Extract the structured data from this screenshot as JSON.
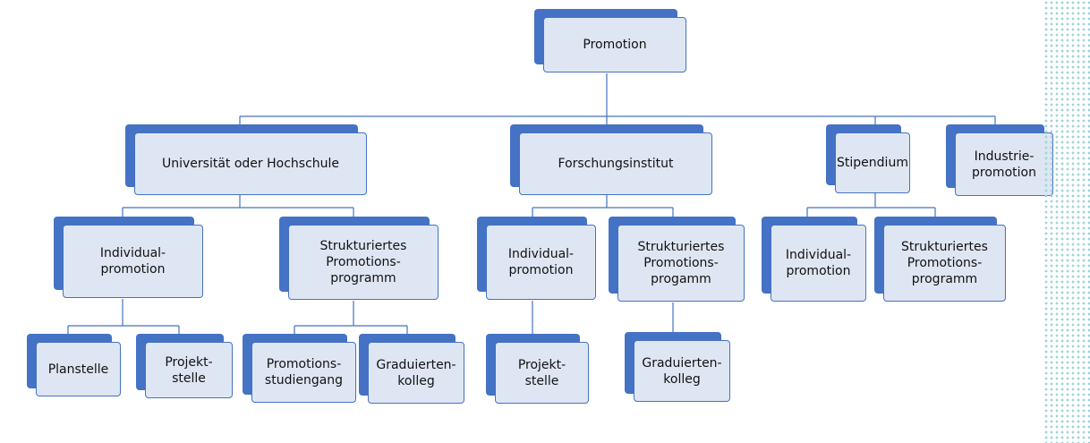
{
  "diagram": {
    "root": {
      "label": "Promotion"
    },
    "level1": [
      {
        "label": "Universität oder Hochschule"
      },
      {
        "label": "Forschungsinstitut"
      },
      {
        "label": "Stipendium"
      },
      {
        "label": "Industrie-\npromotion"
      }
    ],
    "uni_children": [
      {
        "label": "Individual-\npromotion"
      },
      {
        "label": "Strukturiertes\nPromotions-\nprogramm"
      }
    ],
    "uni_individual_children": [
      {
        "label": "Planstelle"
      },
      {
        "label": "Projekt-\nstelle"
      }
    ],
    "uni_structured_children": [
      {
        "label": "Promotions-\nstudiengang"
      },
      {
        "label": "Graduierten-\nkolleg"
      }
    ],
    "institute_children": [
      {
        "label": "Individual-\npromotion"
      },
      {
        "label": "Strukturiertes\nPromotions-\nprogamm"
      }
    ],
    "institute_individual_children": [
      {
        "label": "Projekt-\nstelle"
      }
    ],
    "institute_structured_children": [
      {
        "label": "Graduierten-\nkolleg"
      }
    ],
    "stipend_children": [
      {
        "label": "Individual-\npromotion"
      },
      {
        "label": "Strukturiertes\nPromotions-\nprogramm"
      }
    ]
  },
  "colors": {
    "box_fill": "#dfe6f3",
    "box_shadow": "#4472c4",
    "connector": "#4472c4",
    "side_pattern": "#9fd3d8"
  }
}
